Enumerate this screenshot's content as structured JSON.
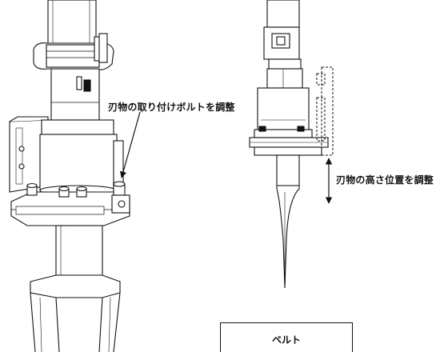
{
  "annotations": {
    "left_callout": "刃物の取り付けボルトを調整",
    "right_callout": "刃物の高さ位置を調整",
    "belt_label": "ベルト"
  }
}
